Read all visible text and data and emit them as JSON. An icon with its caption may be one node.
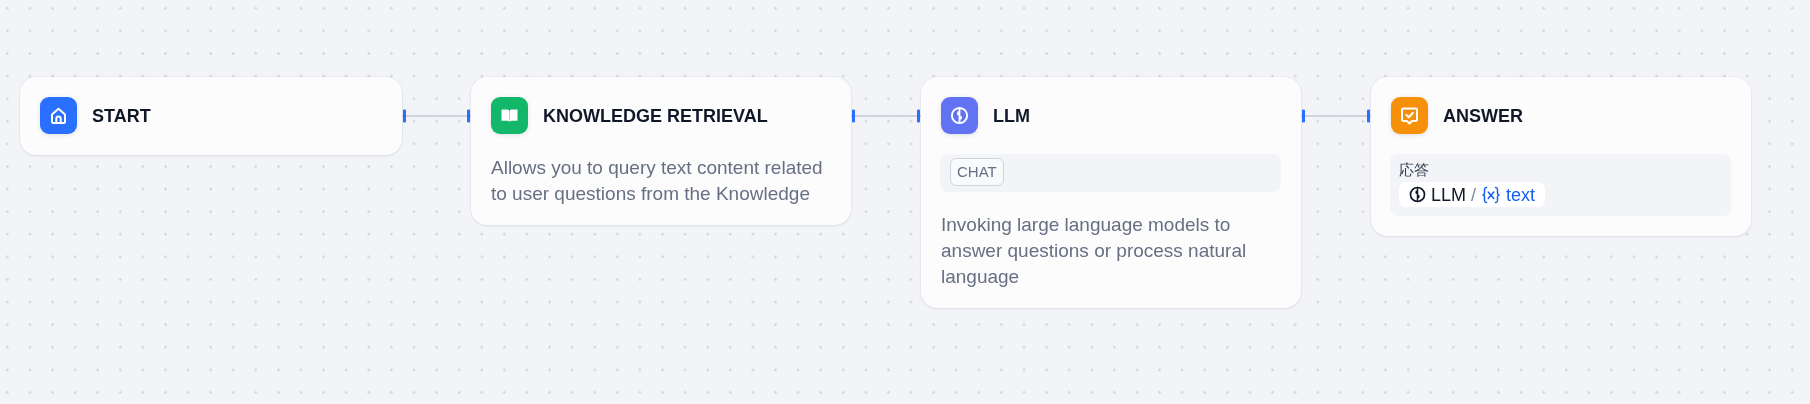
{
  "diagram": {
    "nodes": [
      {
        "text": [
          "START"
        ]
      },
      {
        "text": [
          "KNOWLEDGE RETRIEVAL",
          "Allows you to query text content related to user questions from the Knowledge"
        ]
      },
      {
        "text": [
          "LLM",
          "Invoking large language models to answer questions or process natural language"
        ]
      },
      {
        "text": [
          "CHAT"
        ],
        "in": 2
      },
      {
        "text": [
          "ANSWER"
        ]
      },
      {
        "text": [
          "応答"
        ],
        "in": 4
      },
      {
        "text": [
          "LLM",
          "/",
          "text"
        ],
        "in": 5
      }
    ],
    "edges": [
      {
        "from": 0,
        "to": 1,
        "arrow": "other"
      },
      {
        "from": 1,
        "to": 2,
        "arrow": "other"
      },
      {
        "from": 2,
        "to": 4,
        "arrow": "other"
      }
    ]
  }
}
